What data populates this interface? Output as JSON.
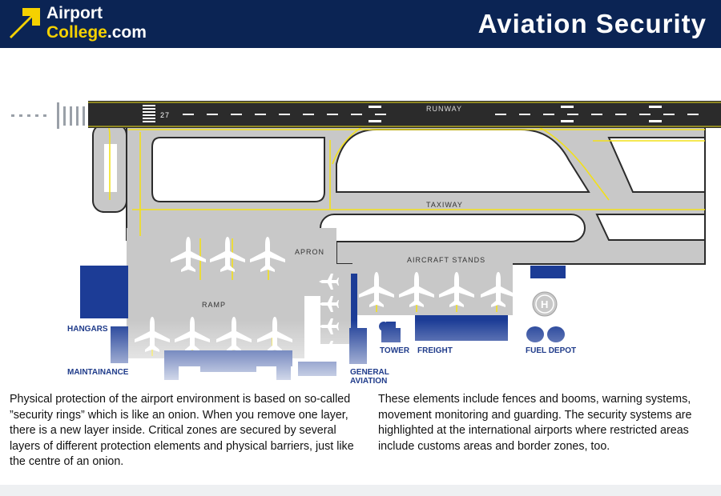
{
  "header": {
    "logo_line1": "Airport",
    "logo_line2_main": "College",
    "logo_line2_suffix": ".com",
    "title": "Aviation Security",
    "colors": {
      "background": "#0b2454",
      "accent": "#f5d100",
      "text": "#ffffff"
    }
  },
  "diagram": {
    "labels": {
      "runway": "RUNWAY",
      "runway_number": "27",
      "taxiway": "TAXIWAY",
      "apron": "APRON",
      "aircraft_stands": "AIRCRAFT STANDS",
      "ramp": "RAMP",
      "hangars": "HANGARS",
      "maintainance": "MAINTAINANCE",
      "general_aviation_1": "GENERAL",
      "general_aviation_2": "AVIATION",
      "tower": "TOWER",
      "freight": "FREIGHT",
      "fuel_depot": "FUEL DEPOT",
      "helipad": "H"
    },
    "colors": {
      "pavement": "#c8c8c8",
      "runway": "#2b2b2b",
      "markings": "#f2e01a",
      "buildings": "#1c3c96",
      "aircraft": "#ffffff"
    }
  },
  "text": {
    "left_paragraph": "Physical protection of the airport environment is based on so-called ”security rings” which is like an onion. When you remove one layer, there is a new layer inside. Critical zones are secured by several layers of different protection elements and physical barriers, just like the centre of an onion.",
    "right_paragraph": "These elements include fences and booms, warning systems, movement monitoring and guarding. The security systems are highlighted at the international airports where restricted areas include customs areas and border zones, too."
  }
}
